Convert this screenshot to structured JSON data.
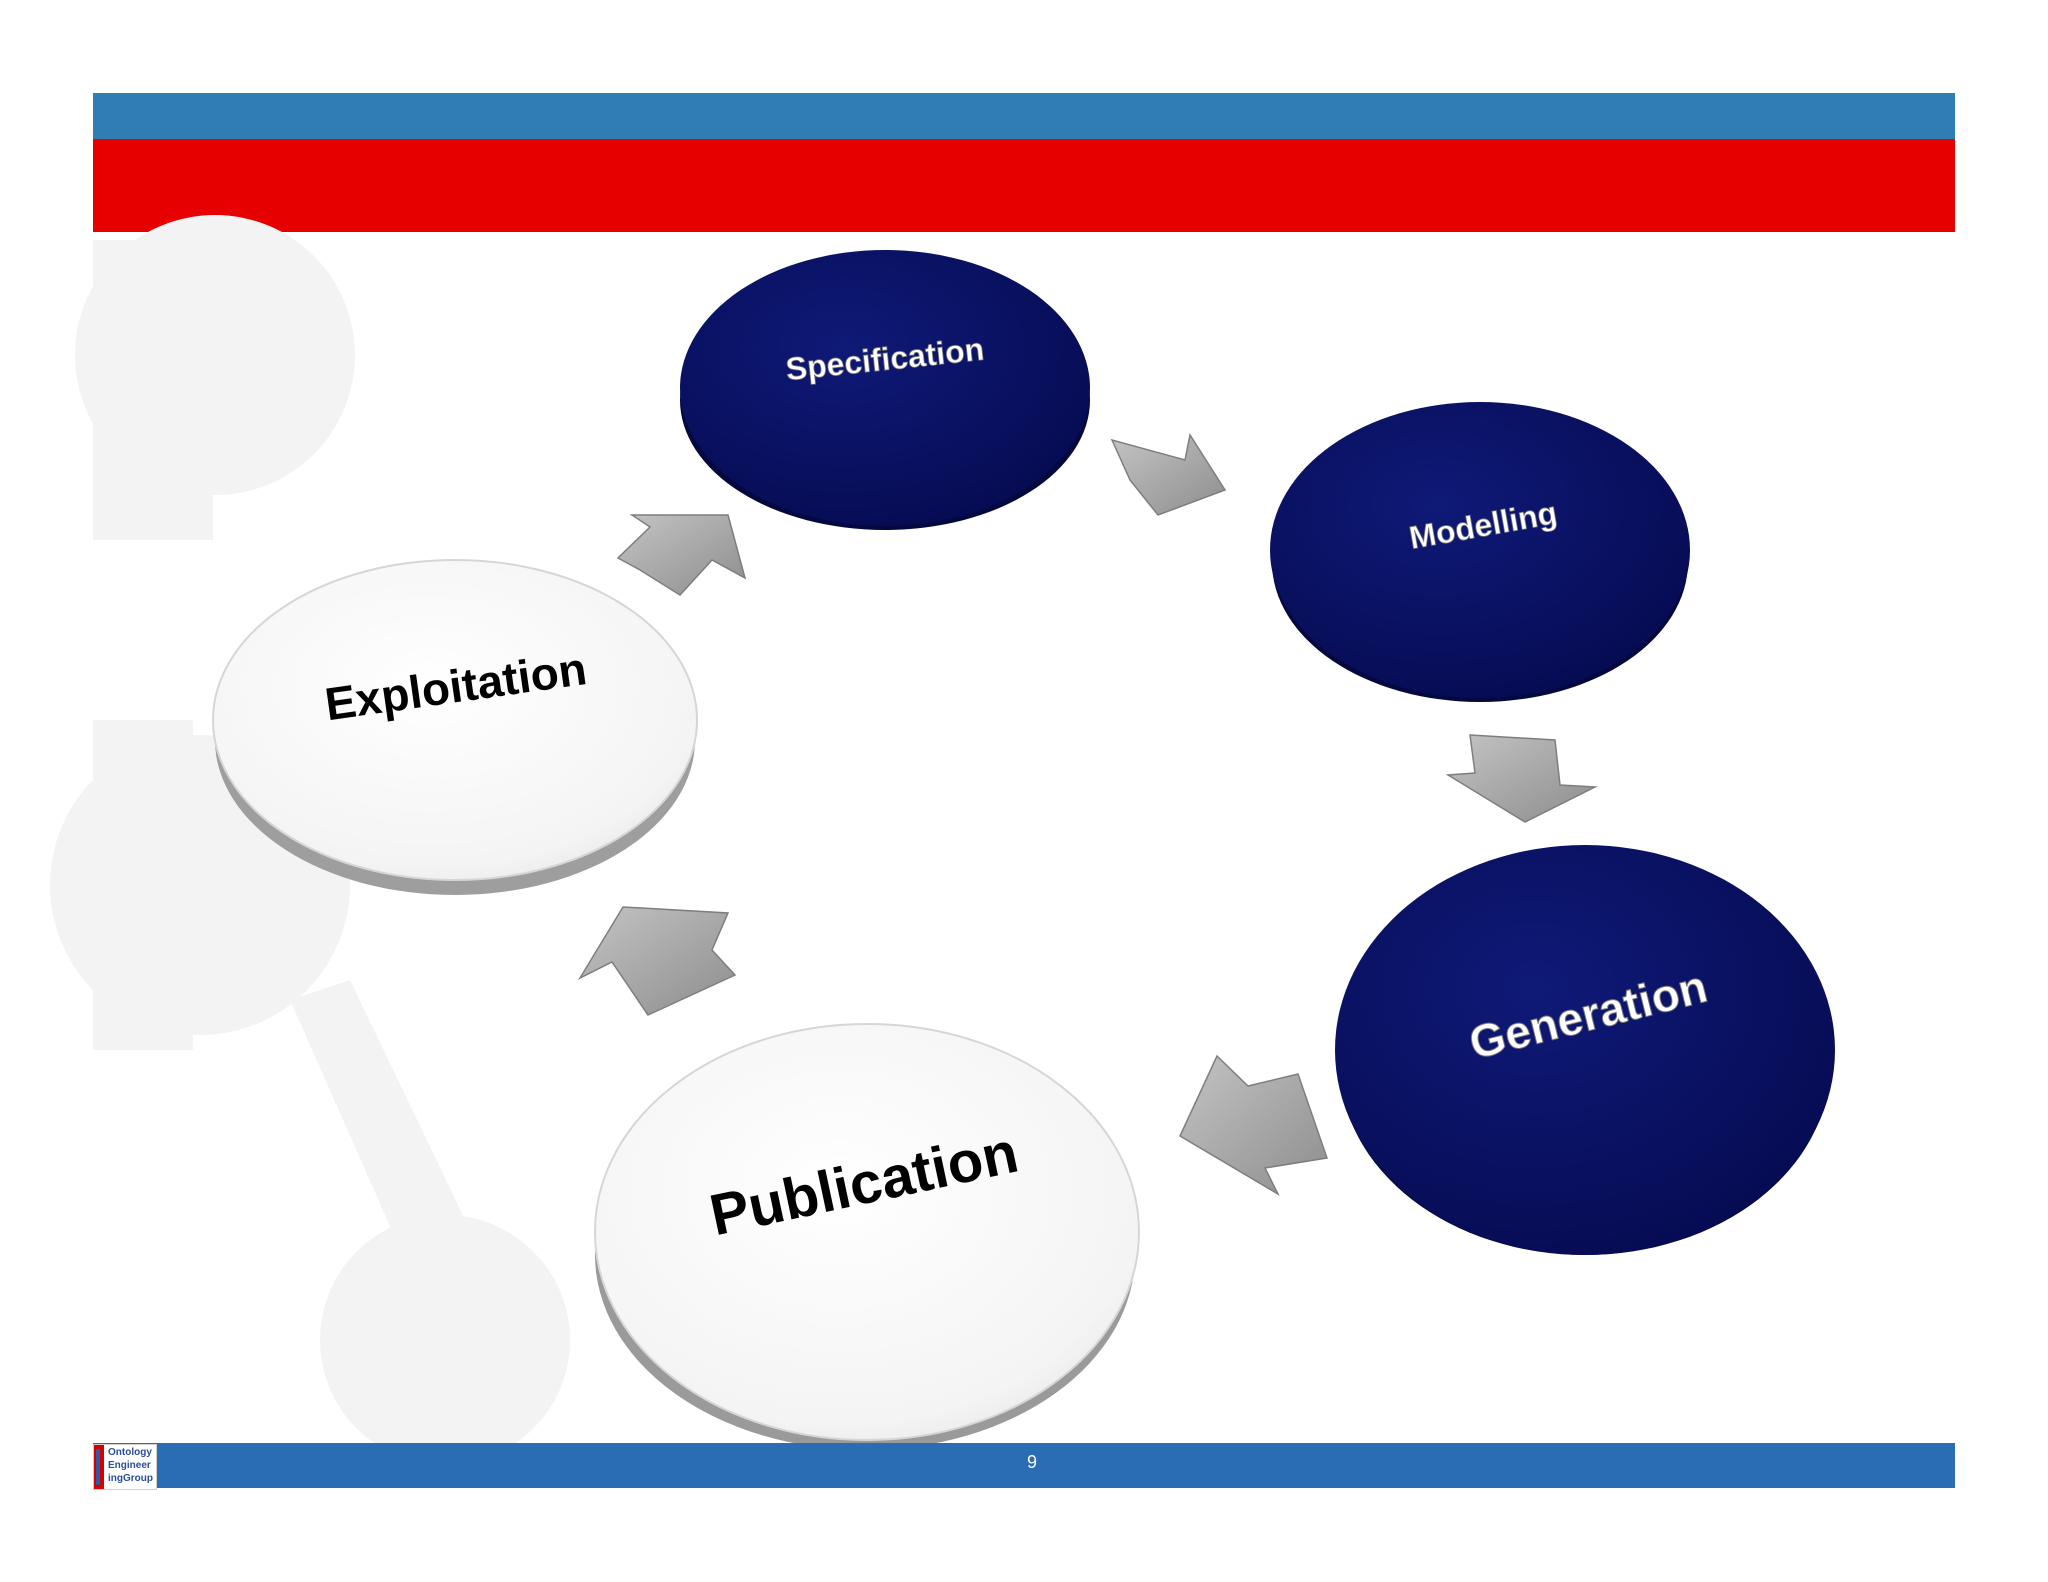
{
  "slide": {
    "page_number": "9",
    "logo_lines": [
      "Ontology",
      "Engineer",
      "ingGroup"
    ],
    "colors": {
      "header_blue": "#2f7db3",
      "header_red": "#e60000",
      "footer_blue": "#2b6db5",
      "dark_disc": "#0a0f63",
      "light_disc": "#f4f4f4",
      "arrow": "#a8a8a8"
    }
  },
  "diagram": {
    "stages": [
      {
        "label": "Specification",
        "style": "dark"
      },
      {
        "label": "Modelling",
        "style": "dark"
      },
      {
        "label": "Generation",
        "style": "dark"
      },
      {
        "label": "Publication",
        "style": "light"
      },
      {
        "label": "Exploitation",
        "style": "light"
      }
    ],
    "arrows": [
      {
        "from": "Specification",
        "to": "Modelling"
      },
      {
        "from": "Modelling",
        "to": "Generation"
      },
      {
        "from": "Generation",
        "to": "Publication"
      },
      {
        "from": "Publication",
        "to": "Exploitation"
      },
      {
        "from": "Exploitation",
        "to": "Specification"
      }
    ]
  }
}
